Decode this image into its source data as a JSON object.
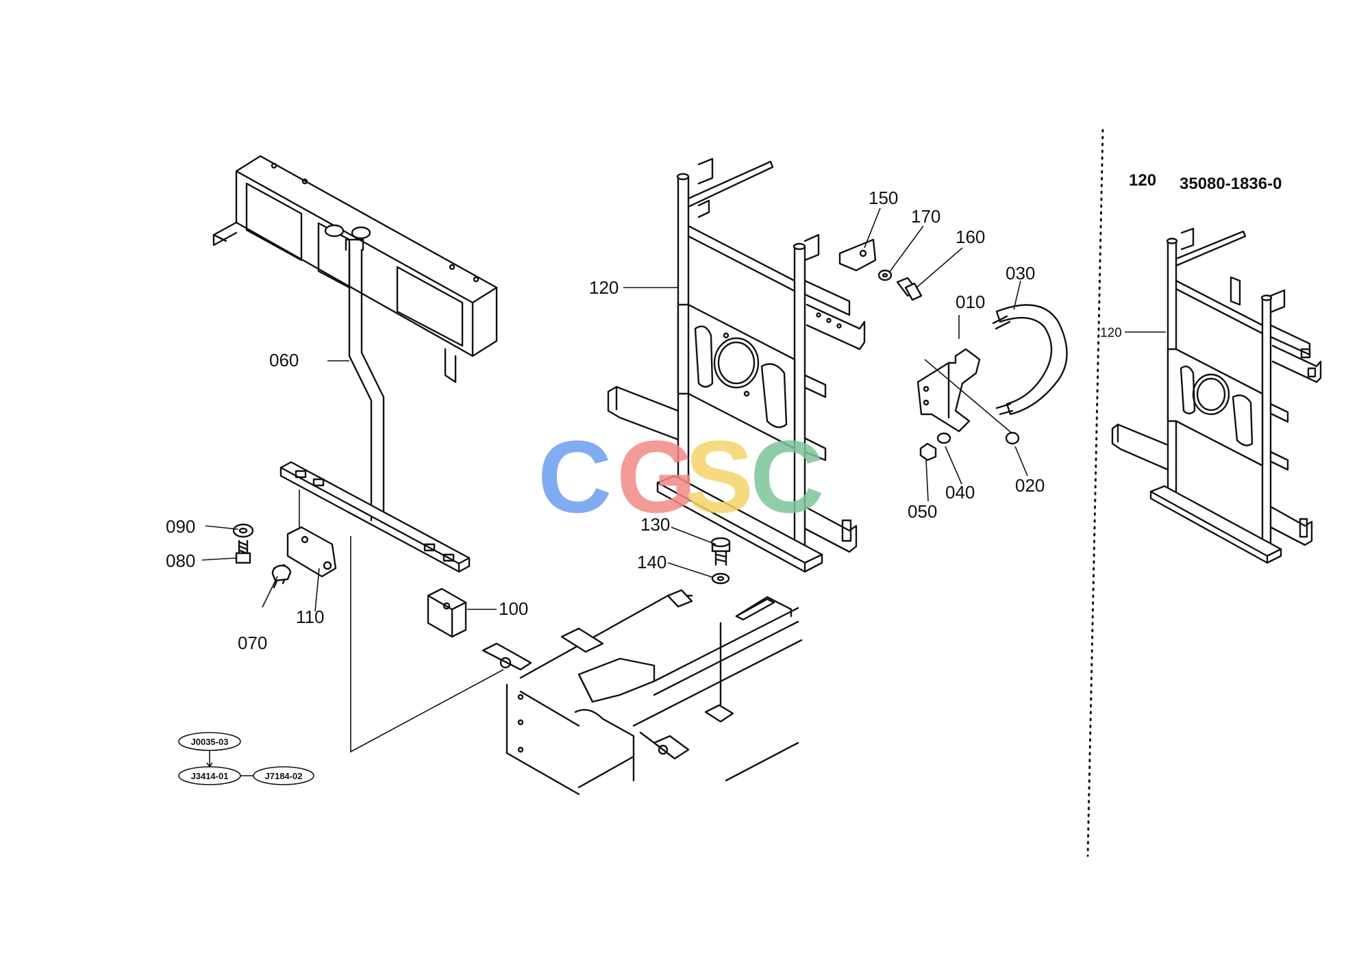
{
  "diagram": {
    "callouts": {
      "p010": "010",
      "p020": "020",
      "p030": "030",
      "p040": "040",
      "p050": "050",
      "p060": "060",
      "p070": "070",
      "p080": "080",
      "p090": "090",
      "p100": "100",
      "p110": "110",
      "p120": "120",
      "p130": "130",
      "p140": "140",
      "p150": "150",
      "p160": "160",
      "p170": "170"
    },
    "reference_codes": {
      "top": "J0035-03",
      "bottom_left": "J3414-01",
      "bottom_right": "J7184-02"
    },
    "variant_panel": {
      "part_number": "120",
      "part_code": "35080-1836-0",
      "callout": "120"
    },
    "watermark": {
      "letters": [
        "C",
        "G",
        "S",
        "C"
      ],
      "colors": [
        "#6d9ef0",
        "#f08a86",
        "#f6d36a",
        "#7cc59a"
      ]
    }
  }
}
